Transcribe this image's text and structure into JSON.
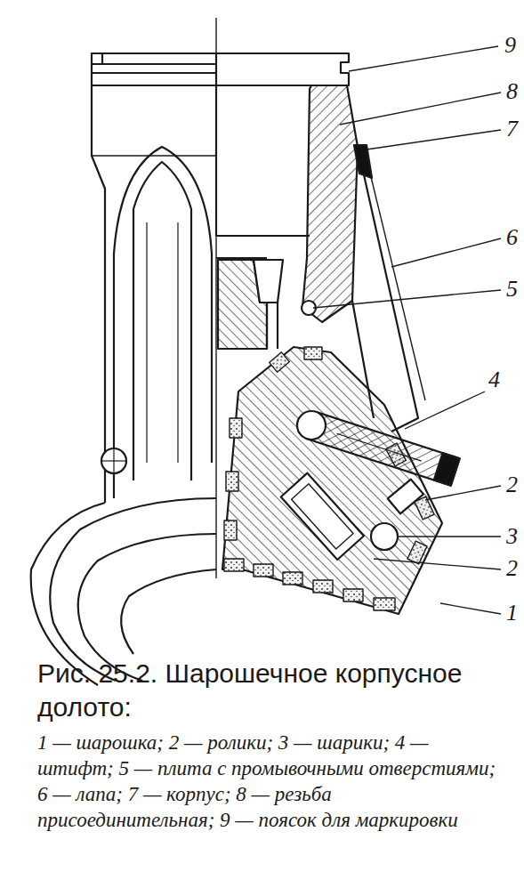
{
  "diagram": {
    "title": "Рис. 25.2. Шарошечное корпусное долото:",
    "caption": "1 — шарошка; 2 — ролики; 3 — шарики; 4 — штифт; 5 — плита с промывочными отверстиями; 6 — лапа; 7 — корпус; 8 — резьба присоединительная; 9 — поясок для маркировки",
    "labels": [
      "9",
      "8",
      "7",
      "6",
      "5",
      "4",
      "2",
      "3",
      "2",
      "1"
    ]
  }
}
